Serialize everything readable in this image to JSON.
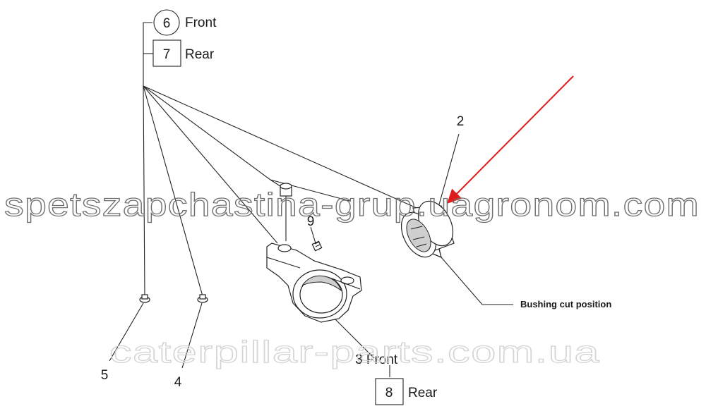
{
  "callouts": {
    "c6": {
      "number": "6",
      "text": "Front"
    },
    "c7": {
      "number": "7",
      "text": "Rear"
    },
    "c2": {
      "number": "2"
    },
    "c9": {
      "number": "9"
    },
    "c5": {
      "number": "5"
    },
    "c4": {
      "number": "4"
    },
    "c3": {
      "text": "3 Front"
    },
    "c8": {
      "number": "8",
      "text": "Rear"
    }
  },
  "note": "Bushing cut  position",
  "watermarks": {
    "top": "spetszapchastina-grup.uagronom.com",
    "bottom": "caterpillar-parts.com.ua"
  },
  "colors": {
    "arrow": "#e01b1b",
    "line": "#222222"
  }
}
